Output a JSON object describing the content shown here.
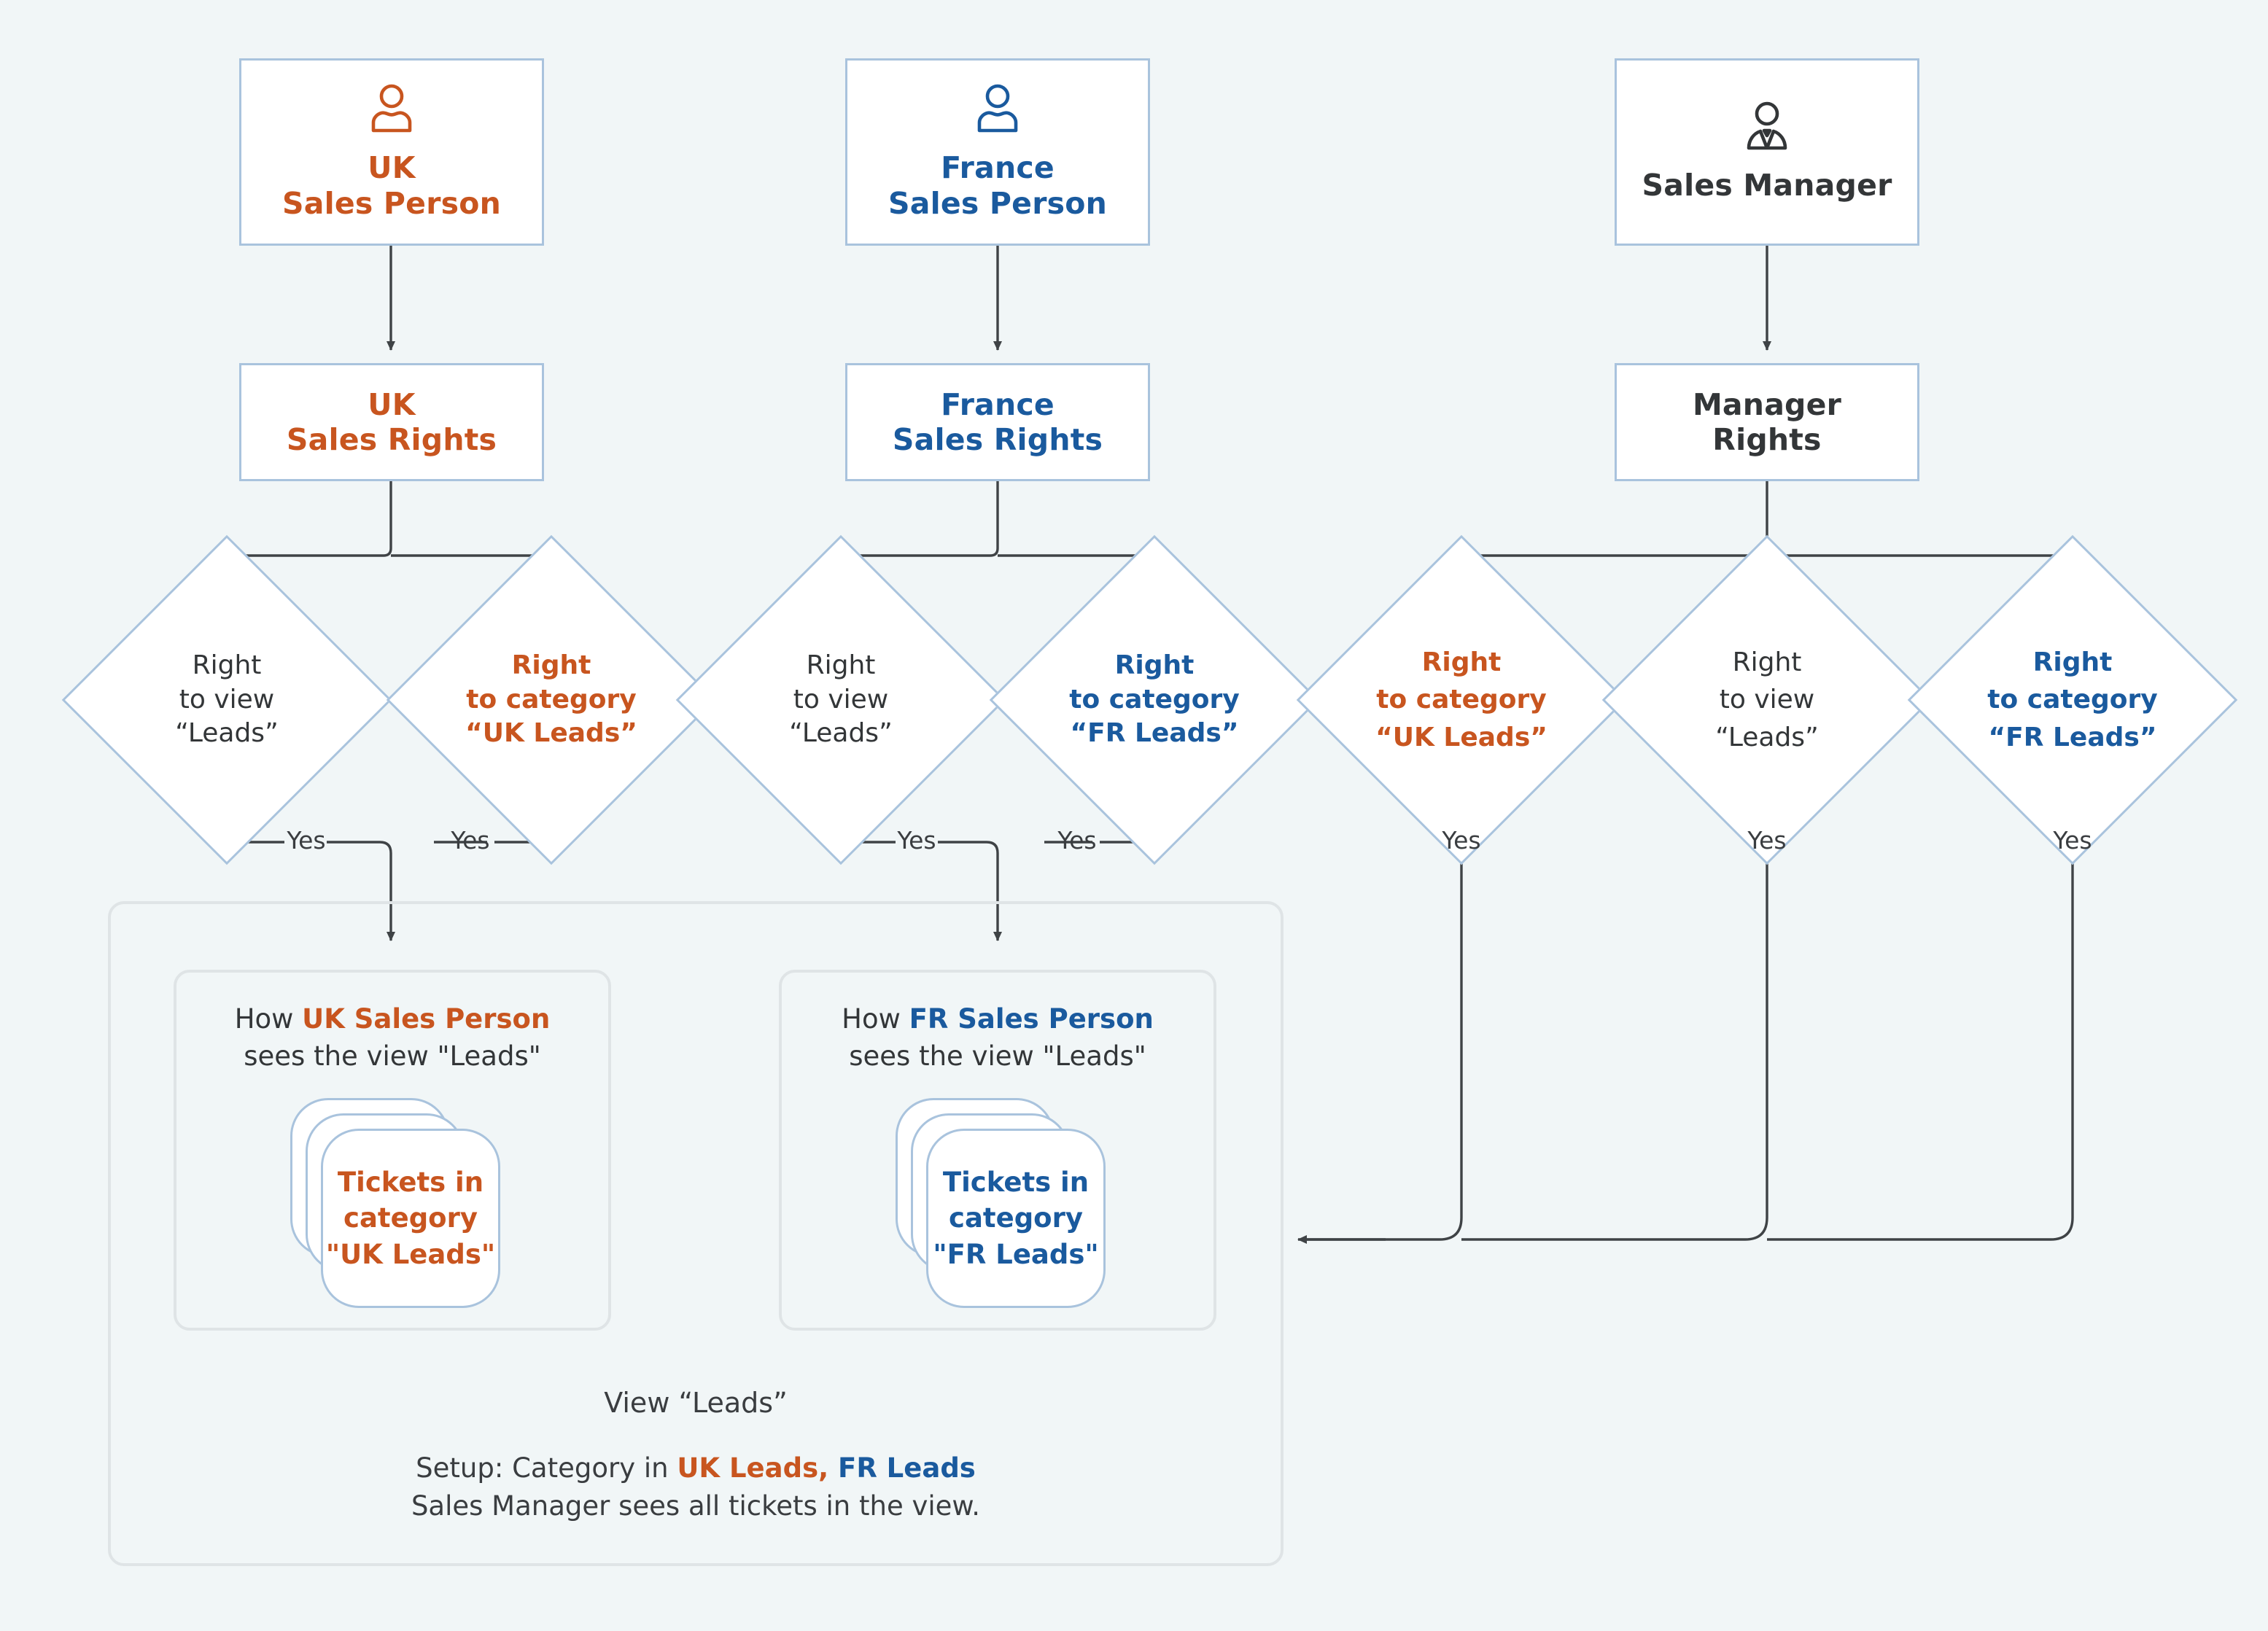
{
  "colors": {
    "background": "#f1f6f7",
    "orange": "#c8551f",
    "blue": "#1a5a9e",
    "dark": "#333638",
    "box_border": "#a9c3dd",
    "container_border": "#dfe4e6",
    "connector": "#3f4346"
  },
  "columns": {
    "uk": {
      "role": {
        "icon": "person-icon",
        "line1": "UK",
        "line2": "Sales Person",
        "color": "orange"
      },
      "rights": {
        "line1": "UK",
        "line2": "Sales Rights",
        "color": "orange"
      },
      "conditions": [
        {
          "line1": "Right",
          "line2": "to view",
          "line3": "“Leads”",
          "color": "dark",
          "bold": false,
          "yes": "Yes"
        },
        {
          "line1": "Right",
          "line2": "to category",
          "line3": "“UK Leads”",
          "color": "orange",
          "bold": true,
          "yes": "Yes"
        }
      ]
    },
    "france": {
      "role": {
        "icon": "person-icon",
        "line1": "France",
        "line2": "Sales Person",
        "color": "blue"
      },
      "rights": {
        "line1": "France",
        "line2": "Sales Rights",
        "color": "blue"
      },
      "conditions": [
        {
          "line1": "Right",
          "line2": "to view",
          "line3": "“Leads”",
          "color": "dark",
          "bold": false,
          "yes": "Yes"
        },
        {
          "line1": "Right",
          "line2": "to category",
          "line3": "“FR Leads”",
          "color": "blue",
          "bold": true,
          "yes": "Yes"
        }
      ]
    },
    "manager": {
      "role": {
        "icon": "manager-icon",
        "line1": "Sales Manager",
        "line2": "",
        "color": "dark"
      },
      "rights": {
        "line1": "Manager",
        "line2": "Rights",
        "color": "dark"
      },
      "conditions": [
        {
          "line1": "Right",
          "line2": "to category",
          "line3": "“UK Leads”",
          "color": "orange",
          "bold": true,
          "yes": "Yes"
        },
        {
          "line1": "Right",
          "line2": "to view",
          "line3": "“Leads”",
          "color": "dark",
          "bold": false,
          "yes": "Yes"
        },
        {
          "line1": "Right",
          "line2": "to category",
          "line3": "“FR Leads”",
          "color": "blue",
          "bold": true,
          "yes": "Yes"
        }
      ]
    }
  },
  "view_panel": {
    "cards": [
      {
        "caption_prefix": "How ",
        "caption_highlight": "UK Sales Person",
        "caption_suffix": "sees the view \"Leads\"",
        "highlight_color": "orange",
        "ticket_line1": "Tickets in",
        "ticket_line2": "category",
        "ticket_line3": "\"UK Leads\"",
        "ticket_color": "orange"
      },
      {
        "caption_prefix": "How ",
        "caption_highlight": "FR Sales Person",
        "caption_suffix": "sees the view \"Leads\"",
        "highlight_color": "blue",
        "ticket_line1": "Tickets in",
        "ticket_line2": "category",
        "ticket_line3": "\"FR Leads\"",
        "ticket_color": "blue"
      }
    ],
    "view_title": "View “Leads”",
    "setup_prefix": "Setup: Category in ",
    "setup_uk": "UK Leads,",
    "setup_fr": " FR Leads",
    "setup_note": "Sales Manager sees all tickets in the view."
  }
}
